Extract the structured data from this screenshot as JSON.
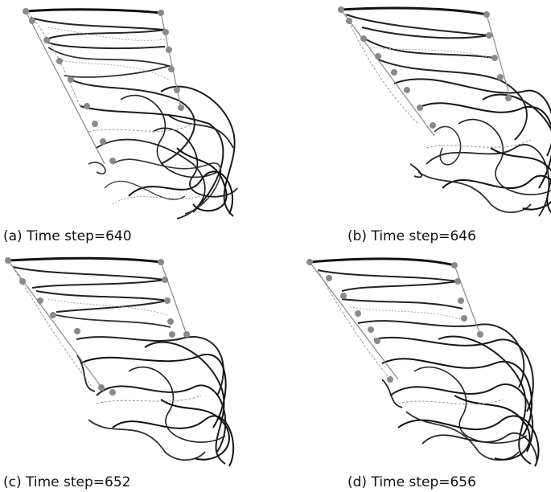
{
  "panels": [
    {
      "id": "a",
      "caption": "(a) Time step=640"
    },
    {
      "id": "b",
      "caption": "(b) Time step=646"
    },
    {
      "id": "c",
      "caption": "(c) Time step=652"
    },
    {
      "id": "d",
      "caption": "(d) Time step=656"
    }
  ],
  "colors": {
    "strand_dark": "#1a1a1a",
    "strand_mid": "#555555",
    "strand_light": "#9a9a9a",
    "node": "#8a8a8a",
    "node_edge": "#6f6f6f",
    "background": "#ffffff"
  }
}
